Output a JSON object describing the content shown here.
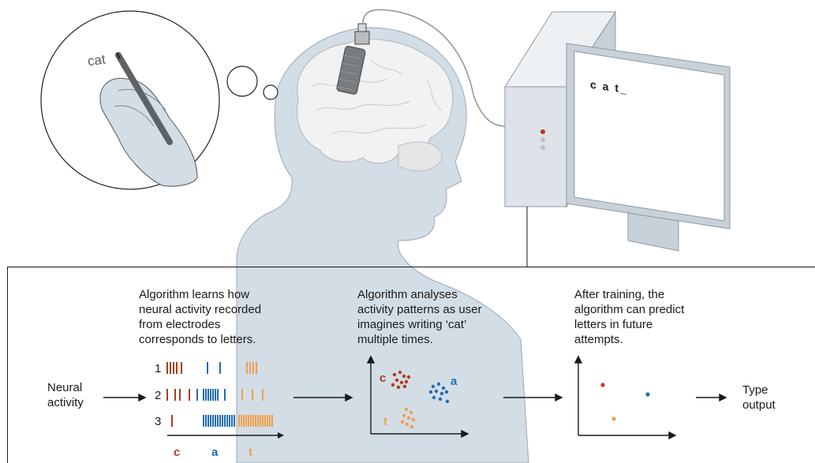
{
  "thought": {
    "word": "cat"
  },
  "screen": {
    "text": "c a t_"
  },
  "panel": {
    "input_label": [
      "Neural",
      "activity"
    ],
    "step1": [
      "Algorithm learns how",
      "neural activity recorded",
      "from electrodes",
      "corresponds to letters."
    ],
    "step2": [
      "Algorithm analyses",
      "activity patterns as user",
      "imagines writing ‘cat’",
      "multiple times."
    ],
    "step3": [
      "After training, the",
      "algorithm can predict",
      "letters in future",
      "attempts."
    ],
    "output_label": [
      "Type",
      "output"
    ],
    "raster": {
      "rows": [
        "1",
        "2",
        "3"
      ],
      "letters": [
        "c",
        "a",
        "t"
      ]
    },
    "cluster_labels": [
      "c",
      "a",
      "t"
    ]
  },
  "colors": {
    "c": "#b5391e",
    "a": "#1f6fb0",
    "t": "#f0a04b",
    "body": "#d3dde6",
    "brain": "#f1f1f1",
    "line": "#1a1a1a"
  },
  "icons": [
    "hand-with-pen-icon",
    "electrode-array-icon",
    "computer-monitor-icon",
    "arrow-icon"
  ]
}
